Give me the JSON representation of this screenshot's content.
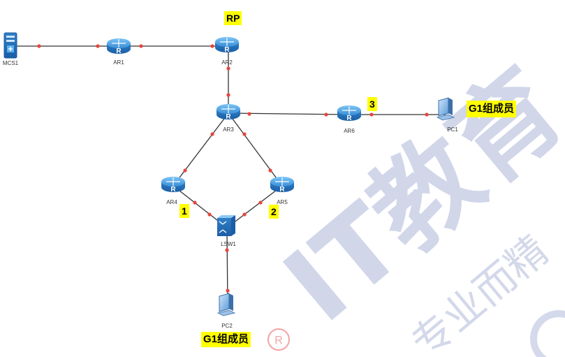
{
  "devices": {
    "mcs1": "MCS1",
    "ar1": "AR1",
    "ar2": "AR2",
    "ar3": "AR3",
    "ar4": "AR4",
    "ar5": "AR5",
    "ar6": "AR6",
    "lsw1": "LSW1",
    "pc1": "PC1",
    "pc2": "PC2"
  },
  "annotations": {
    "rp": "RP",
    "num1": "1",
    "num2": "2",
    "num3": "3",
    "group_pc1": "G1组成员",
    "group_pc2": "G1组成员"
  },
  "watermark": {
    "text1": "IT教育",
    "text2": "专业而精",
    "seal": "R"
  },
  "colors": {
    "link": "#333333",
    "port": "#e8453c",
    "router": "#3a8fd8",
    "highlight": "#ffff00",
    "watermark": "#c9cfe6"
  }
}
